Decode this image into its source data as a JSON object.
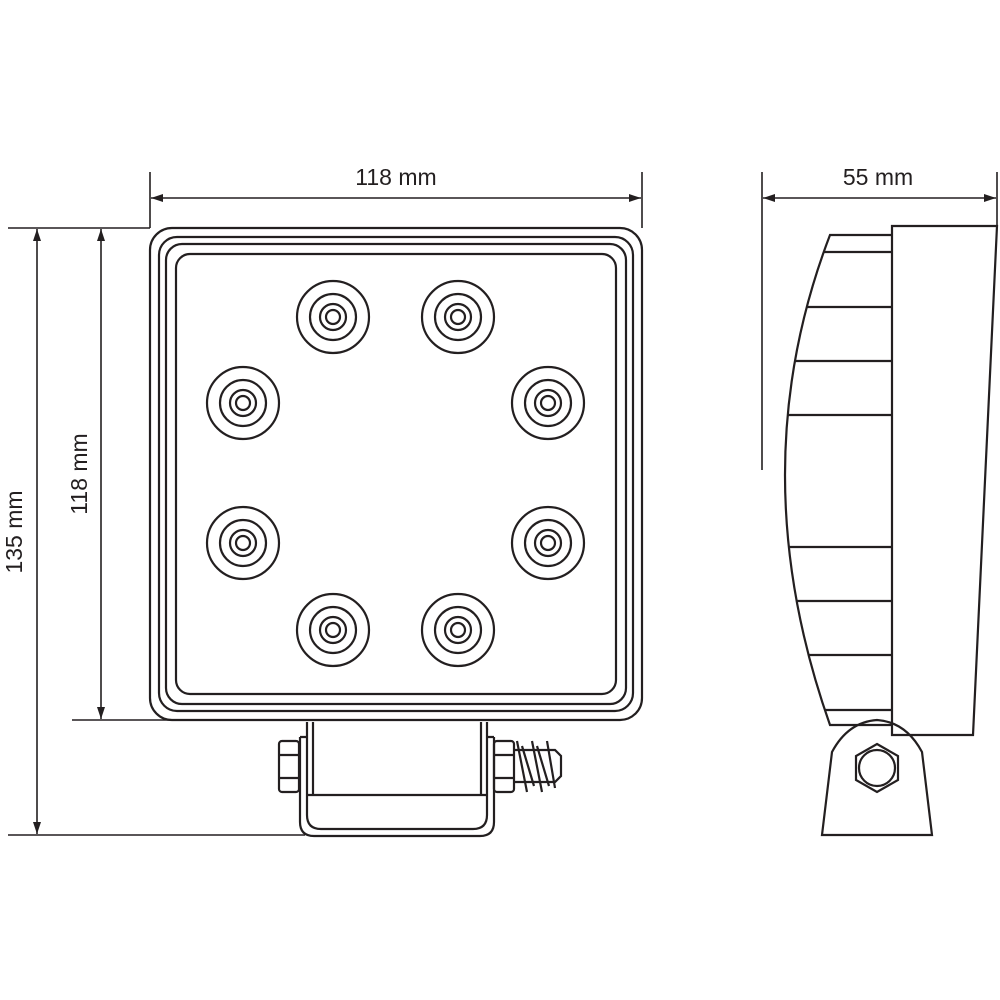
{
  "dimensions": {
    "front_width": "118 mm",
    "side_depth": "55 mm",
    "total_height": "135 mm",
    "housing_height": "118 mm"
  },
  "led_count": 8,
  "side_fin_count": 8
}
